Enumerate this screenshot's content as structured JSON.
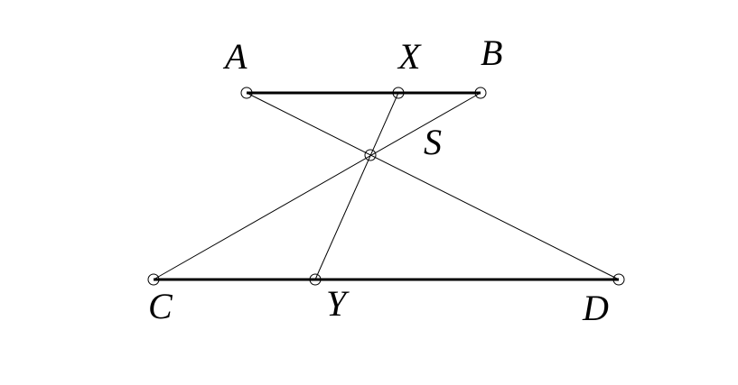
{
  "labels": {
    "A": "A",
    "X": "X",
    "B": "B",
    "S": "S",
    "C": "C",
    "Y": "Y",
    "D": "D"
  }
}
